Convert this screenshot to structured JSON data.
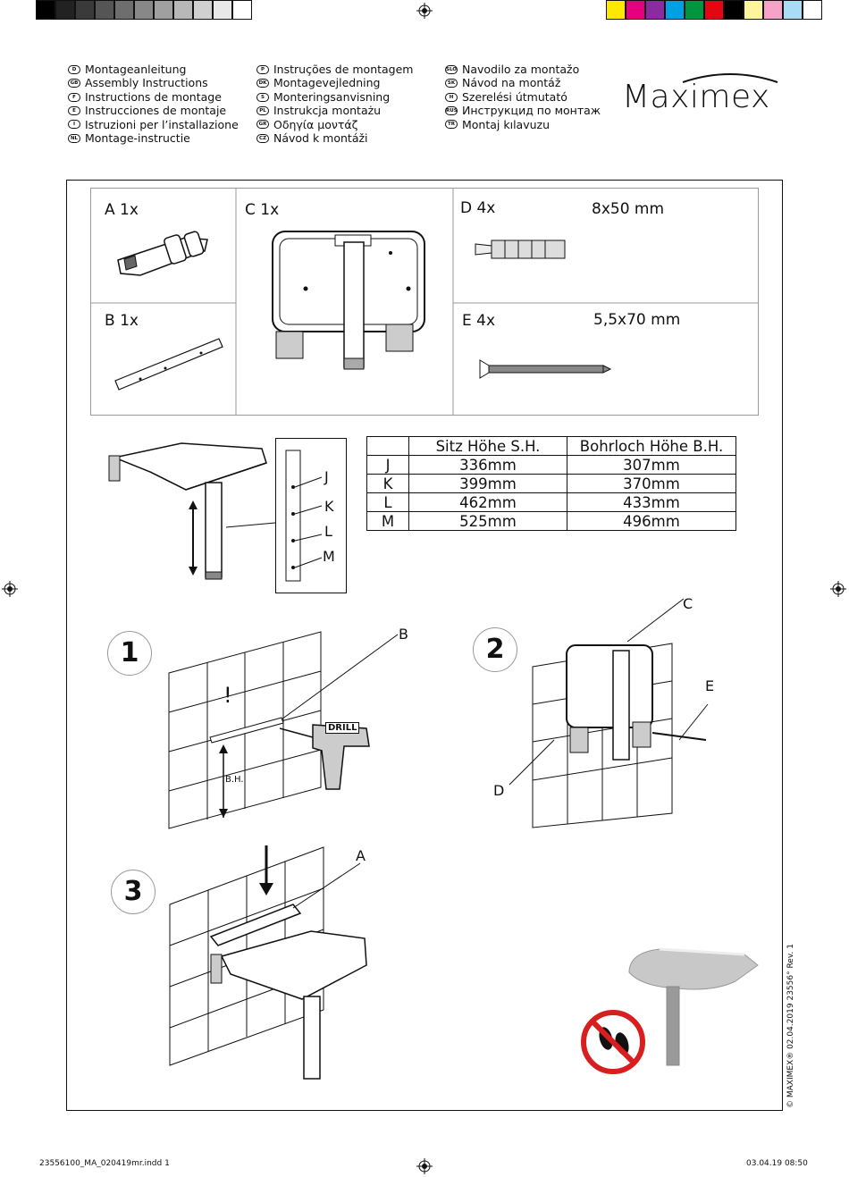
{
  "languages": {
    "col1": [
      {
        "code": "D",
        "text": "Montageanleitung"
      },
      {
        "code": "GB",
        "text": "Assembly Instructions"
      },
      {
        "code": "F",
        "text": "Instructions de montage"
      },
      {
        "code": "E",
        "text": "Instrucciones de montaje"
      },
      {
        "code": "I",
        "text": "Istruzioni per l’installazione"
      },
      {
        "code": "NL",
        "text": "Montage-instructie"
      }
    ],
    "col2": [
      {
        "code": "P",
        "text": "Instruções de montagem"
      },
      {
        "code": "DK",
        "text": "Montagevejledning"
      },
      {
        "code": "S",
        "text": "Monteringsanvisning"
      },
      {
        "code": "PL",
        "text": "Instrukcja montażu"
      },
      {
        "code": "GR",
        "text": "Οδηγία μοντάζ"
      },
      {
        "code": "CZ",
        "text": "Návod k montáži"
      }
    ],
    "col3": [
      {
        "code": "SLO",
        "text": "Navodilo za montažo"
      },
      {
        "code": "SK",
        "text": "Návod na montáž"
      },
      {
        "code": "H",
        "text": "Szerelési útmutató"
      },
      {
        "code": "RUS",
        "text": "Инструкцид по монтаж"
      },
      {
        "code": "TR",
        "text": "Montaj kılavuzu"
      }
    ]
  },
  "brand": {
    "logo": "Maximex"
  },
  "parts": {
    "a": "A 1x",
    "b": "B 1x",
    "c": "C 1x",
    "d": "D 4x",
    "d_size": "8x50 mm",
    "e": "E 4x",
    "e_size": "5,5x70 mm"
  },
  "height_labels": [
    "J",
    "K",
    "L",
    "M"
  ],
  "size_table": {
    "headers": [
      "",
      "Sitz Höhe S.H.",
      "Bohrloch Höhe B.H."
    ],
    "rows": [
      [
        "J",
        "336mm",
        "307mm"
      ],
      [
        "K",
        "399mm",
        "370mm"
      ],
      [
        "L",
        "462mm",
        "433mm"
      ],
      [
        "M",
        "525mm",
        "496mm"
      ]
    ]
  },
  "steps": {
    "s1": "1",
    "s2": "2",
    "s3": "3",
    "callout_b": "B",
    "warning": "!",
    "bh": "B.H.",
    "drill": "DRILL",
    "callout_c": "C",
    "callout_e": "E",
    "callout_d": "D",
    "callout_a": "A"
  },
  "colorbar": [
    "#ffe800",
    "#e6007e",
    "#8a2ba0",
    "#00a0e3",
    "#009640",
    "#e30613",
    "#000000",
    "#fff59d",
    "#f5a3c7",
    "#aadcf5",
    "#ffffff"
  ],
  "graybar": [
    "#000000",
    "#222222",
    "#3a3a3a",
    "#555555",
    "#6e6e6e",
    "#888888",
    "#a0a0a0",
    "#b8b8b8",
    "#d0d0d0",
    "#e8e8e8",
    "#ffffff"
  ],
  "footer": {
    "file": "23556100_MA_020419mr.indd   1",
    "date": "03.04.19   08:50",
    "copyright": "© MAXIMEX® 02.04.2019 23556° Rev. 1"
  }
}
